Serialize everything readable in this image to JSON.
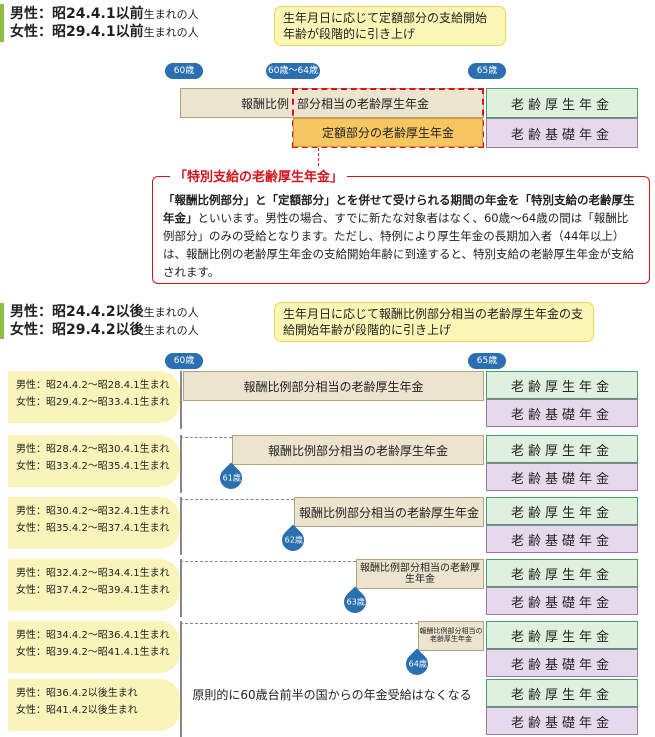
{
  "section1": {
    "line1": "男性：昭24.4.1以前",
    "line1_small": "生まれの人",
    "line2": "女性：昭29.4.1以前",
    "line2_small": "生まれの人",
    "note": "生年月日に応じて定額部分の支給開始年齢が段階的に引き上げ",
    "age60": "60歳",
    "age60_64": "60歳～64歳",
    "age65": "65歳",
    "hirei_prefix": "報酬比例",
    "hirei_rest": "部分相当の老齢厚生年金",
    "teigaku": "定額部分の老齢厚生年金",
    "kosei": "老齢厚生年金",
    "kiso": "老齢基礎年金",
    "callout_title": "「特別支給の老齢厚生年金」",
    "callout_text_bold": "「報酬比例部分」と「定額部分」とを併せて受けられる期間の年金を「特別支給の老齢厚生年金」",
    "callout_text": "といいます。男性の場合、すでに新たな対象者はなく、60歳～64歳の間は「報酬比例部分」のみの受給となります。ただし、特例により厚生年金の長期加入者（44年以上）は、報酬比例の老齢厚生年金の支給開始年齢に到達すると、特別支給の老齢厚生年金が支給されます。"
  },
  "section2": {
    "line1": "男性：昭24.4.2以後",
    "line1_small": "生まれの人",
    "line2": "女性：昭29.4.2以後",
    "line2_small": "生まれの人",
    "note": "生年月日に応じて報酬比例部分相当の老齢厚生年金の支給開始年齢が段階的に引き上げ",
    "age60": "60歳",
    "age65": "65歳",
    "kosei": "老齢厚生年金",
    "kiso": "老齢基礎年金",
    "rows": [
      {
        "male": "男性：昭24.4.2～昭28.4.1生まれ",
        "female": "女性：昭29.4.2～昭33.4.1生まれ",
        "label": "報酬比例部分相当の老齢厚生年金",
        "age": ""
      },
      {
        "male": "男性：昭28.4.2～昭30.4.1生まれ",
        "female": "女性：昭33.4.2～昭35.4.1生まれ",
        "label": "報酬比例部分相当の老齢厚生年金",
        "age": "61歳"
      },
      {
        "male": "男性：昭30.4.2～昭32.4.1生まれ",
        "female": "女性：昭35.4.2～昭37.4.1生まれ",
        "label": "報酬比例部分相当の老齢厚生年金",
        "age": "62歳"
      },
      {
        "male": "男性：昭32.4.2～昭34.4.1生まれ",
        "female": "女性：昭37.4.2～昭39.4.1生まれ",
        "label": "報酬比例部分相当の老齢厚生年金",
        "age": "63歳"
      },
      {
        "male": "男性：昭34.4.2～昭36.4.1生まれ",
        "female": "女性：昭39.4.2～昭41.4.1生まれ",
        "label": "報酬比例部分相当の老齢厚生年金",
        "age": "64歳"
      },
      {
        "male": "男性：昭36.4.2以後生まれ",
        "female": "女性：昭41.4.2以後生まれ",
        "label": "原則的に60歳台前半の国からの年金受給はなくなる",
        "age": ""
      }
    ]
  }
}
